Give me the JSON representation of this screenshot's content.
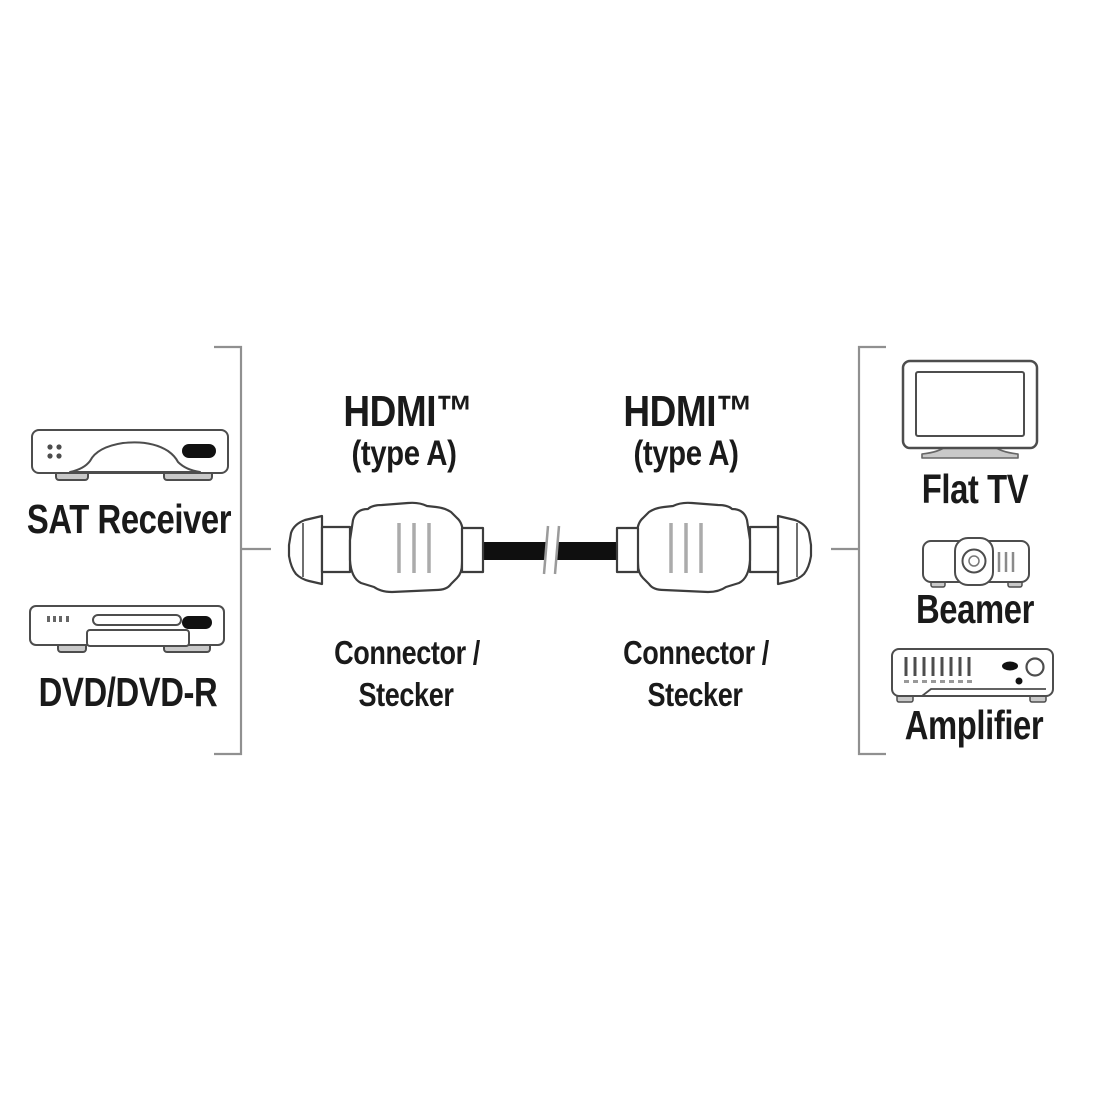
{
  "page": {
    "background": "#ffffff",
    "description": "HDMI cable connection diagram"
  },
  "colors": {
    "text": "#1a1a1a",
    "icon_stroke": "#4d4d4d",
    "connector_stroke": "#3d3d3d",
    "bracket": "#909090",
    "cable": "#0f0f0f",
    "shade": "#c9c9c9",
    "groove": "#ababab"
  },
  "source_devices": [
    {
      "label": "SAT Receiver",
      "icon": "sat-receiver-icon"
    },
    {
      "label": "DVD/DVD-R",
      "icon": "dvd-player-icon"
    }
  ],
  "target_devices": [
    {
      "label": "Flat TV",
      "icon": "flat-tv-icon"
    },
    {
      "label": "Beamer",
      "icon": "beamer-icon"
    },
    {
      "label": "Amplifier",
      "icon": "amplifier-icon"
    }
  ],
  "connector_left": {
    "title": "HDMI™",
    "subtitle": "(type A)",
    "caption_line1": "Connector /",
    "caption_line2": "Stecker",
    "icon": "hdmi-connector-left-icon"
  },
  "connector_right": {
    "title": "HDMI™",
    "subtitle": "(type A)",
    "caption_line1": "Connector /",
    "caption_line2": "Stecker",
    "icon": "hdmi-connector-right-icon"
  },
  "cable": {
    "icon": "hdmi-cable-icon"
  }
}
